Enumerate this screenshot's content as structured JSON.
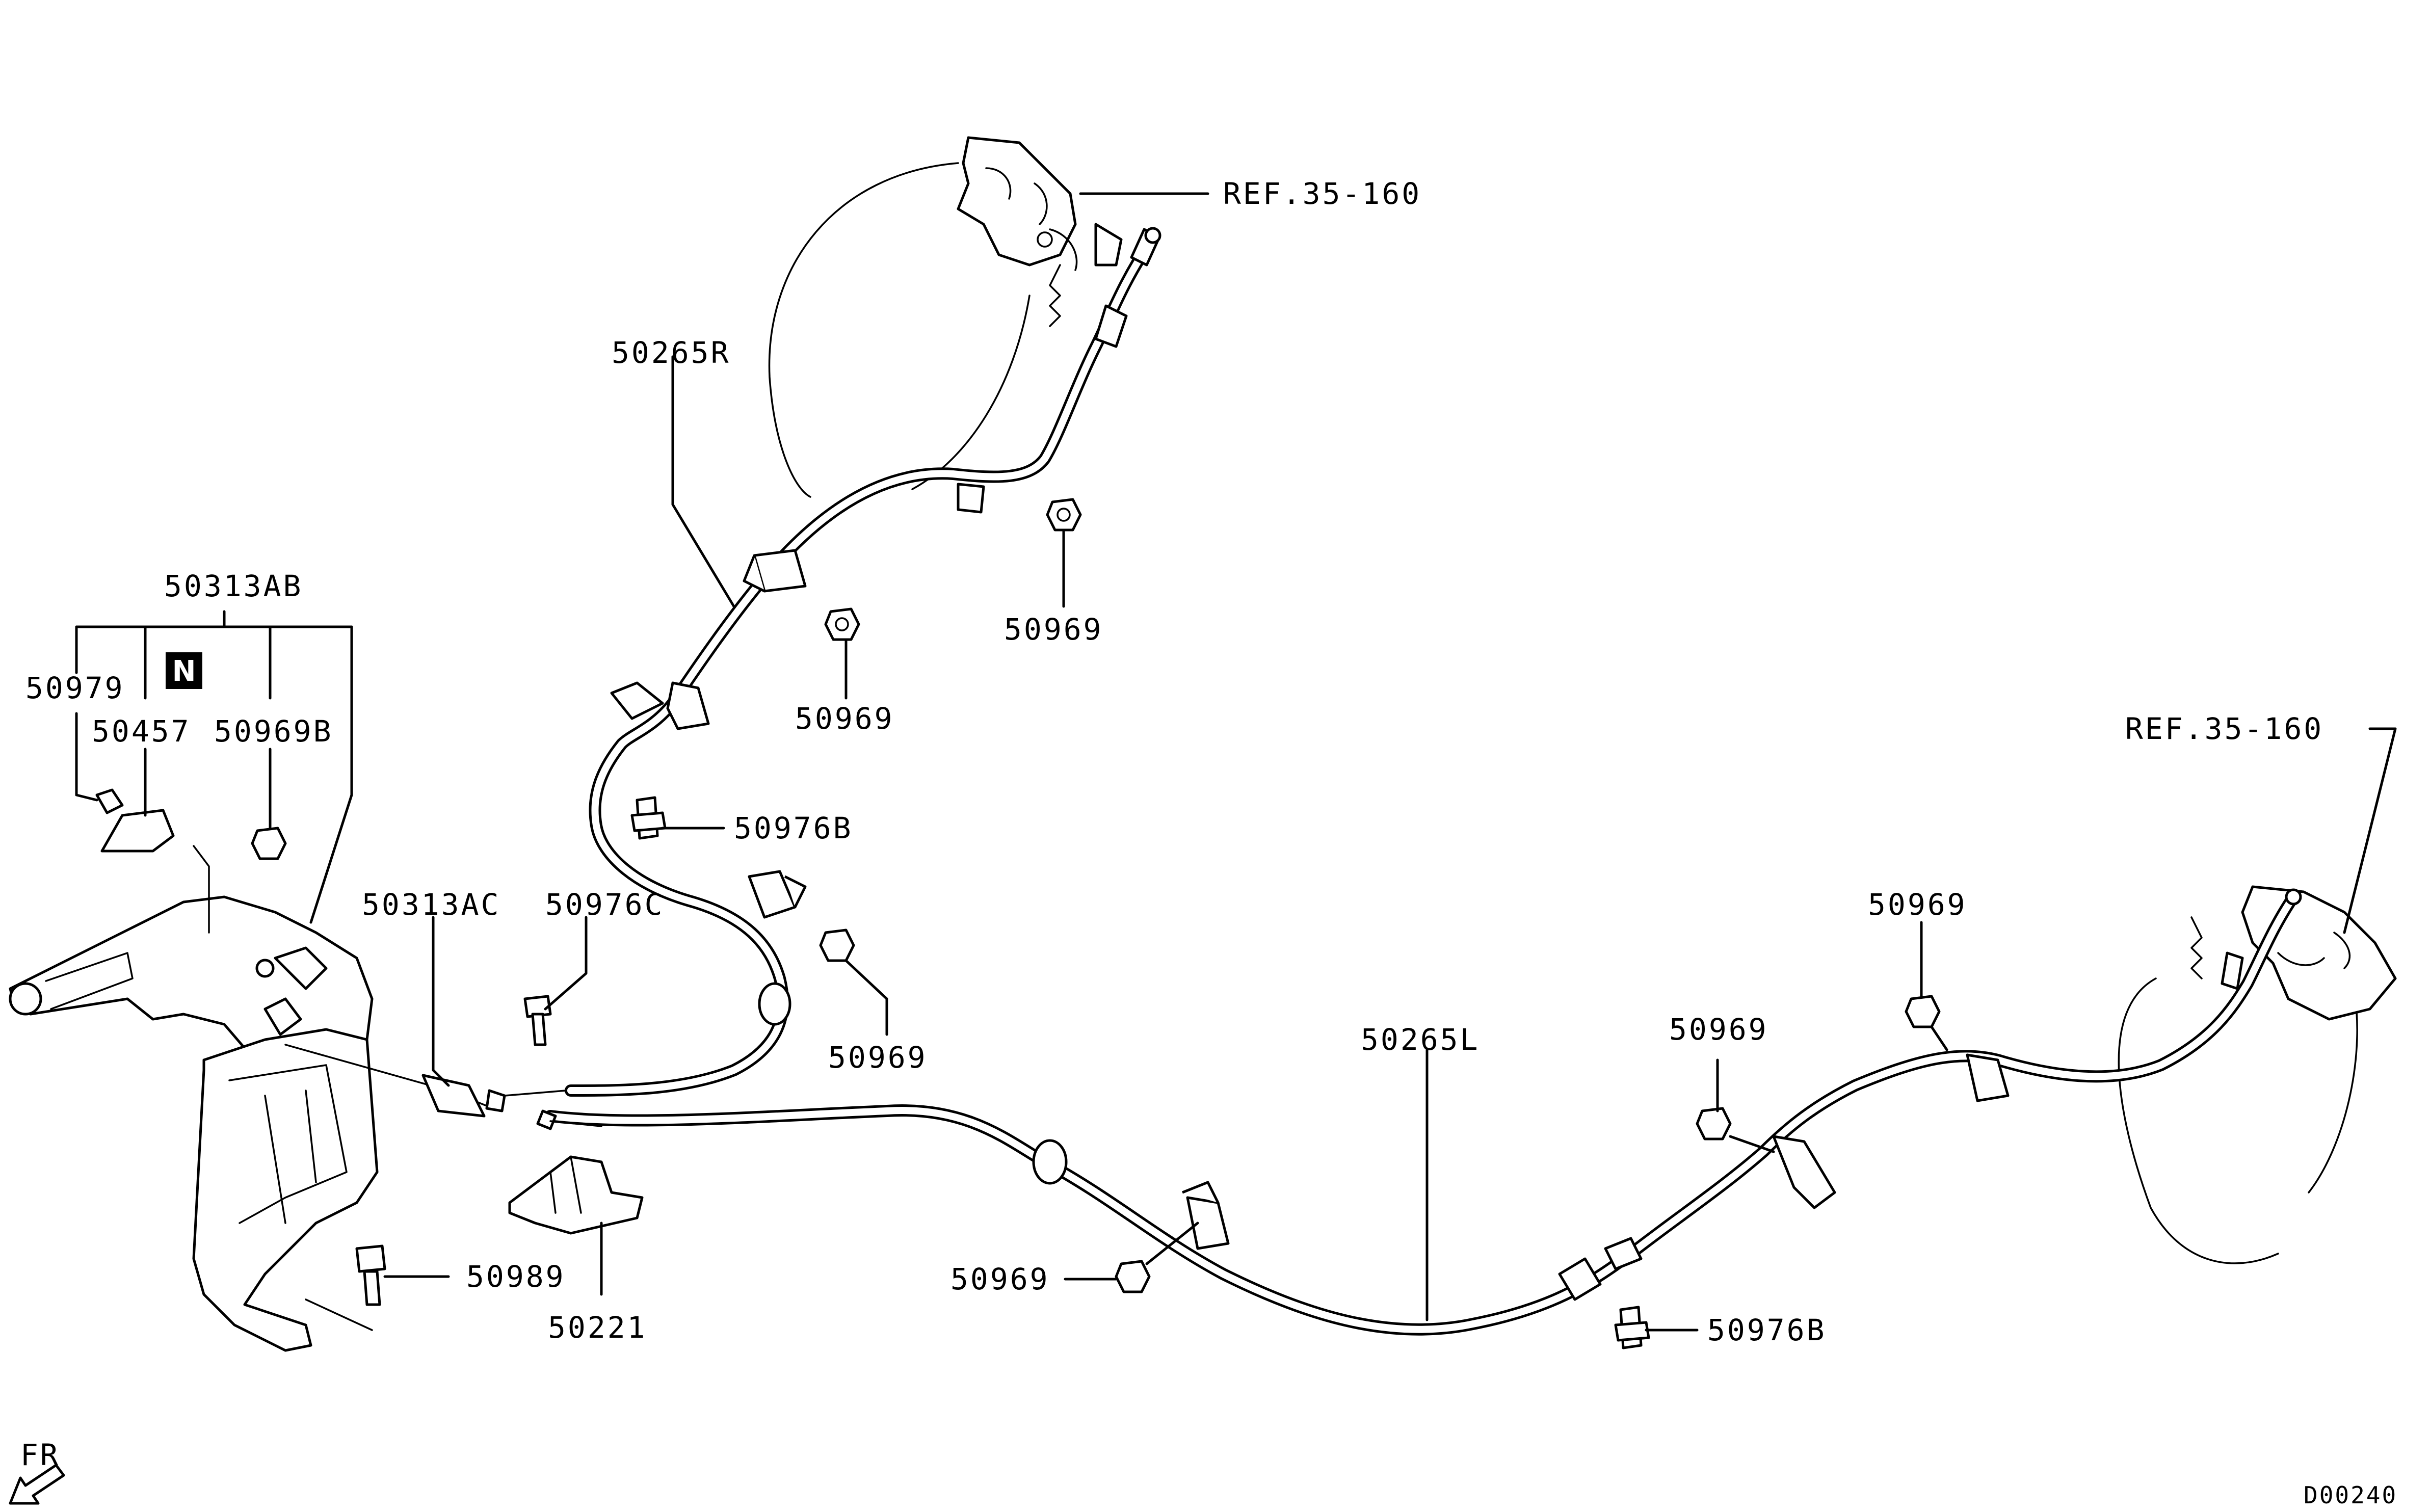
{
  "diagram": {
    "labels": {
      "ref_top": "REF.35-160",
      "ref_right": "REF.35-160",
      "p50265R": "50265R",
      "p50969_a": "50969",
      "p50969_b": "50969",
      "p50976B_a": "50976B",
      "p50976C": "50976C",
      "p50969_c": "50969",
      "p50313AB": "50313AB",
      "p50979": "50979",
      "p50457": "50457",
      "p50969B": "50969B",
      "p50313AC": "50313AC",
      "p50989": "50989",
      "p50221": "50221",
      "p50265L": "50265L",
      "p50969_d": "50969",
      "p50969_e": "50969",
      "p50969_f": "50969",
      "p50976B_b": "50976B",
      "direction": "FR",
      "drawing_id": "D00240"
    },
    "badge": "N",
    "icons": [
      "new-part-badge-icon",
      "front-direction-arrow-icon"
    ]
  }
}
